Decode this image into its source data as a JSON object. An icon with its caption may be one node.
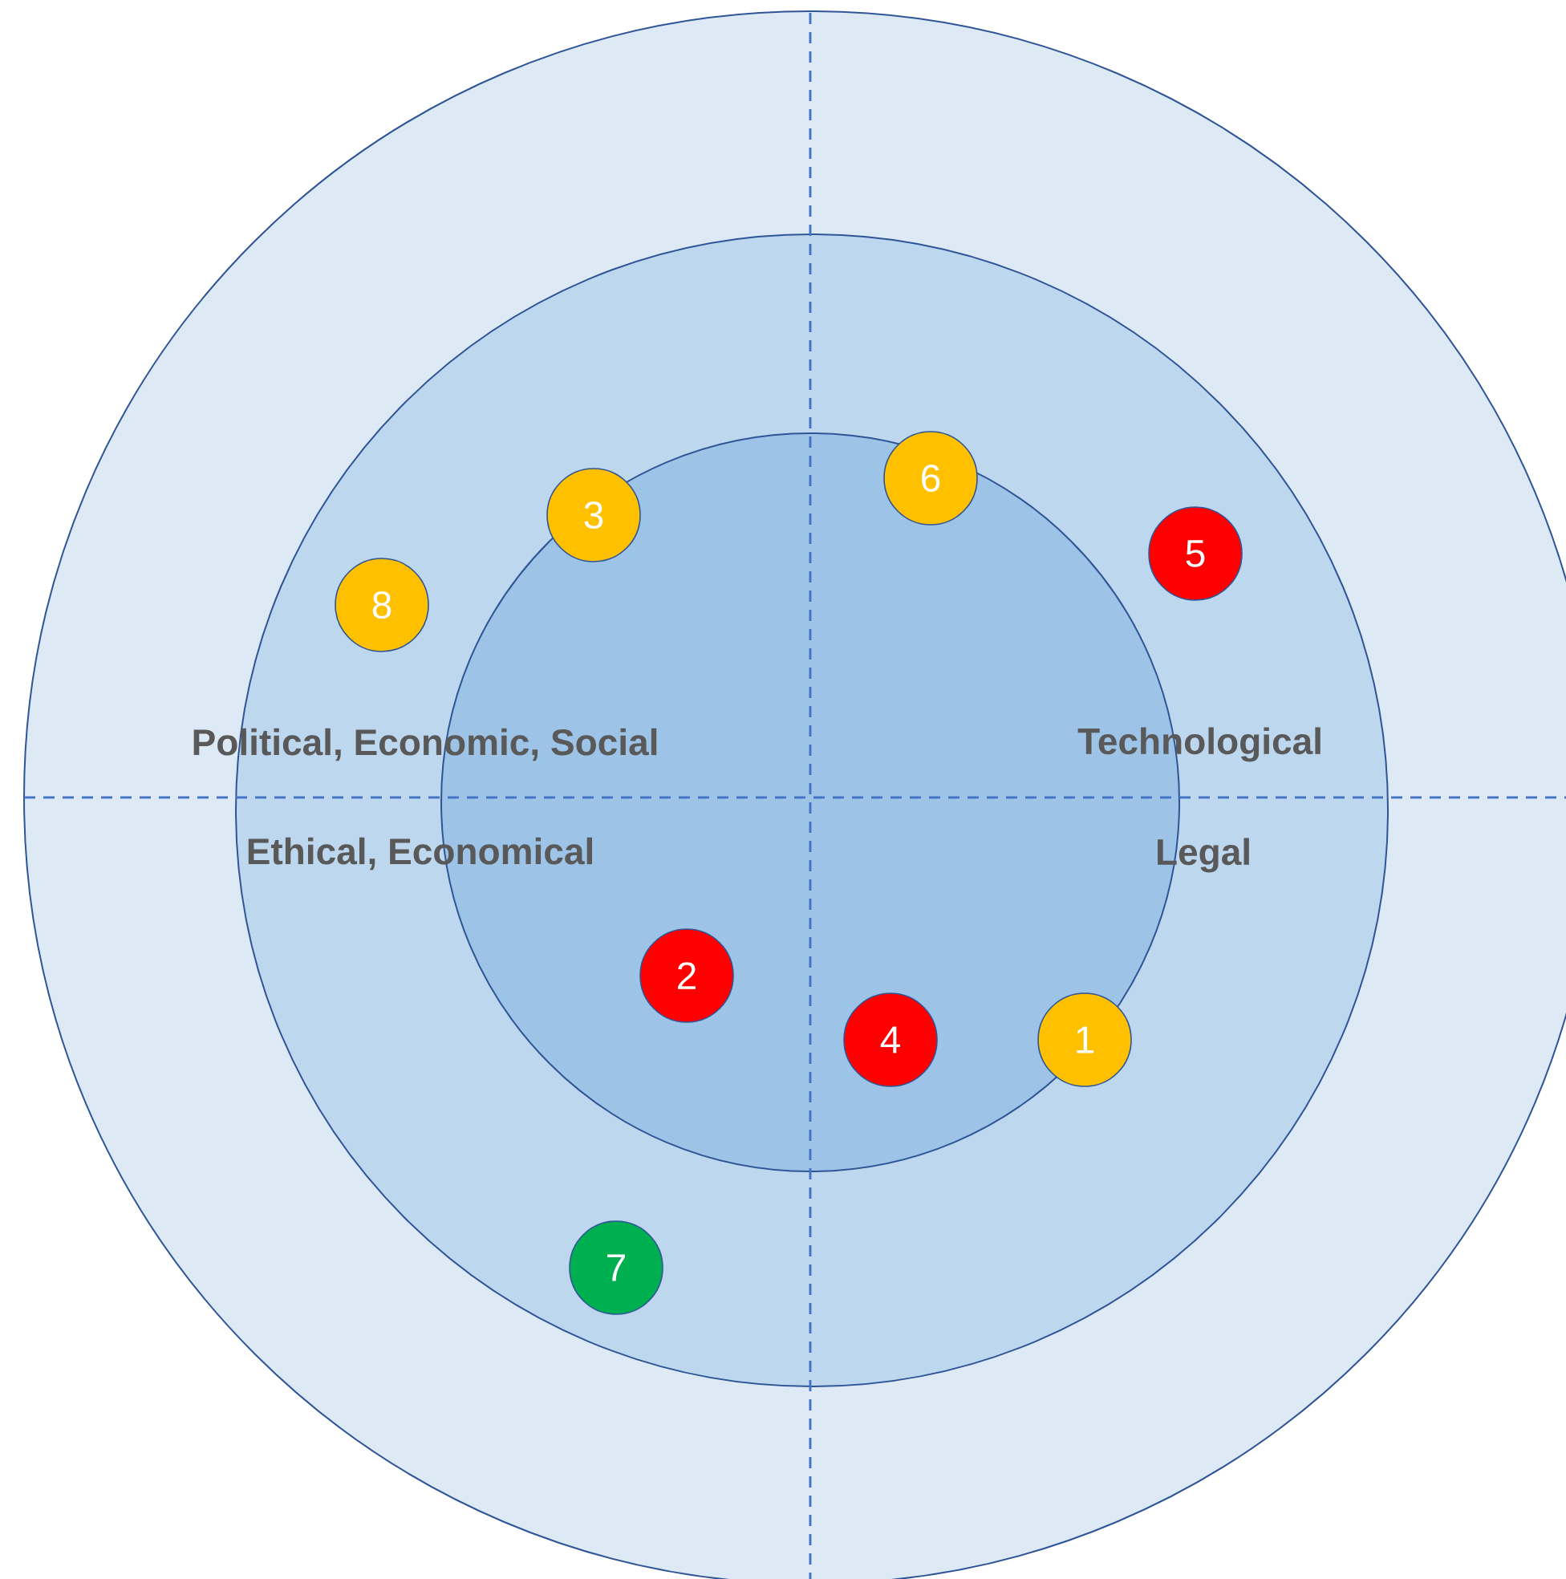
{
  "diagram": {
    "nodes": [
      {
        "text": [
          "1"
        ]
      },
      {
        "text": [
          "2"
        ]
      },
      {
        "text": [
          "3"
        ]
      },
      {
        "text": [
          "4"
        ]
      },
      {
        "text": [
          "5"
        ]
      },
      {
        "text": [
          "6"
        ]
      },
      {
        "text": [
          "7"
        ]
      },
      {
        "text": [
          "8"
        ]
      }
    ],
    "labels": [
      "Political, Economic, Social",
      "Technological",
      "Ethical, Economical",
      "Legal"
    ]
  }
}
